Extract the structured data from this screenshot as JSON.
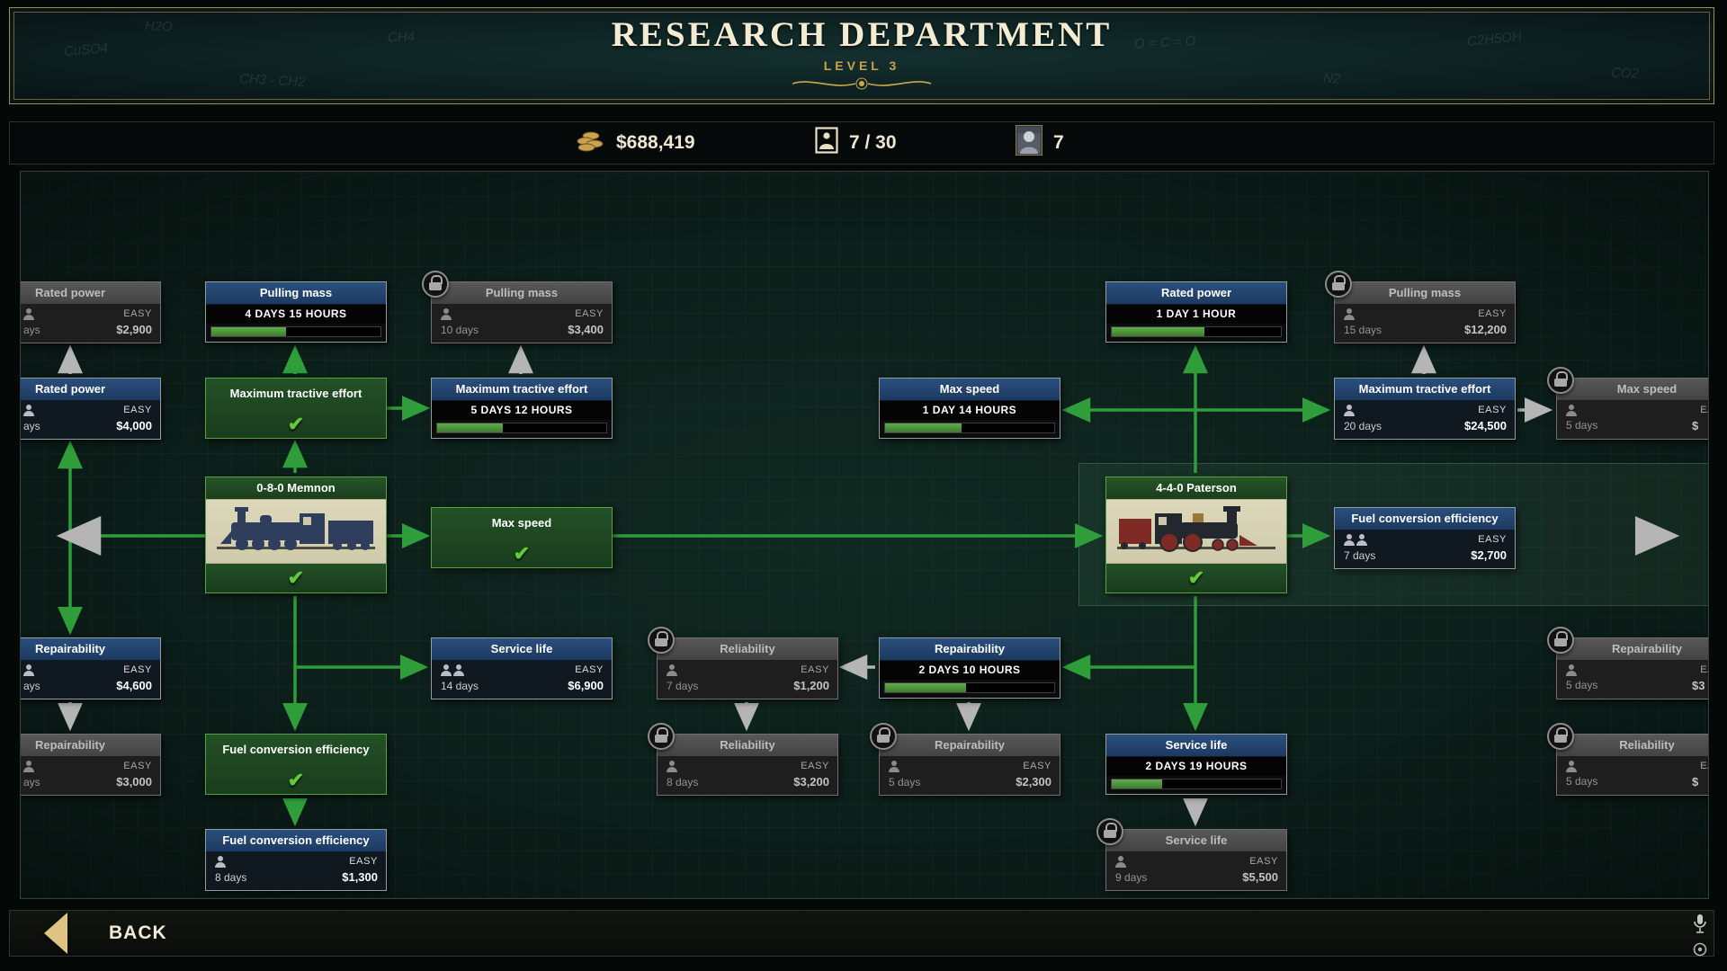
{
  "header": {
    "title": "RESEARCH DEPARTMENT",
    "subtitle": "LEVEL 3"
  },
  "resources": {
    "money": "$688,419",
    "staff": "7 / 30",
    "scientists": "7"
  },
  "chalk": [
    "CuSO4",
    "CH3 - CH2",
    "CH4",
    "O = C = O",
    "N2",
    "C2H5OH",
    "CO2",
    "H2O"
  ],
  "footer": {
    "back": "BACK"
  },
  "nodes": {
    "rated_power_edge": {
      "title": "Rated power",
      "difficulty": "EASY",
      "days": "ays",
      "cost": "$2,900"
    },
    "rated_power_left": {
      "title": "Rated power",
      "difficulty": "EASY",
      "days": "ays",
      "cost": "$4,000"
    },
    "pulling_mass_wip": {
      "title": "Pulling mass",
      "time": "4 DAYS 15 HOURS",
      "progress": 44
    },
    "pulling_mass_locked": {
      "title": "Pulling mass",
      "difficulty": "EASY",
      "days": "10 days",
      "cost": "$3,400"
    },
    "max_tractive_done": {
      "title": "Maximum tractive effort"
    },
    "max_tractive_wip": {
      "title": "Maximum tractive effort",
      "time": "5 DAYS 12 HOURS",
      "progress": 39
    },
    "max_speed_wip": {
      "title": "Max speed",
      "time": "1 DAY 14 HOURS",
      "progress": 45
    },
    "rated_power_wip": {
      "title": "Rated power",
      "time": "1 DAY 1 HOUR",
      "progress": 55
    },
    "pulling_mass_r_locked": {
      "title": "Pulling mass",
      "difficulty": "EASY",
      "days": "15 days",
      "cost": "$12,200"
    },
    "max_tractive_right": {
      "title": "Maximum tractive effort",
      "difficulty": "EASY",
      "days": "20 days",
      "cost": "$24,500"
    },
    "max_speed_r_locked": {
      "title": "Max speed",
      "difficulty": "EASY",
      "days": "5 days",
      "cost": "$"
    },
    "memnon": {
      "title": "0-8-0 Memnon"
    },
    "max_speed_done": {
      "title": "Max speed"
    },
    "paterson": {
      "title": "4-4-0 Paterson"
    },
    "fuel_conv_right": {
      "title": "Fuel conversion efficiency",
      "difficulty": "EASY",
      "days": "7 days",
      "cost": "$2,700"
    },
    "repairability_left1": {
      "title": "Repairability",
      "difficulty": "EASY",
      "days": "ays",
      "cost": "$4,600"
    },
    "repairability_left2": {
      "title": "Repairability",
      "difficulty": "EASY",
      "days": "ays",
      "cost": "$3,000"
    },
    "service_life_left": {
      "title": "Service life",
      "difficulty": "EASY",
      "days": "14 days",
      "cost": "$6,900"
    },
    "reliability_c1": {
      "title": "Reliability",
      "difficulty": "EASY",
      "days": "7 days",
      "cost": "$1,200"
    },
    "reliability_c2": {
      "title": "Reliability",
      "difficulty": "EASY",
      "days": "8 days",
      "cost": "$3,200"
    },
    "repairability_wip": {
      "title": "Repairability",
      "time": "2 DAYS 10 HOURS",
      "progress": 48
    },
    "repairability_d2": {
      "title": "Repairability",
      "difficulty": "EASY",
      "days": "5 days",
      "cost": "$2,300"
    },
    "service_life_wip": {
      "title": "Service life",
      "time": "2 DAYS 19 HOURS",
      "progress": 30
    },
    "service_life_locked": {
      "title": "Service life",
      "difficulty": "EASY",
      "days": "9 days",
      "cost": "$5,500"
    },
    "repairability_r_locked": {
      "title": "Repairability",
      "difficulty": "EASY",
      "days": "5 days",
      "cost": "$3"
    },
    "reliability_r_locked": {
      "title": "Reliability",
      "difficulty": "EASY",
      "days": "5 days",
      "cost": "$"
    },
    "fuel_conv_done": {
      "title": "Fuel conversion efficiency"
    },
    "fuel_conv_left": {
      "title": "Fuel conversion efficiency",
      "difficulty": "EASY",
      "days": "8 days",
      "cost": "$1,300"
    }
  }
}
